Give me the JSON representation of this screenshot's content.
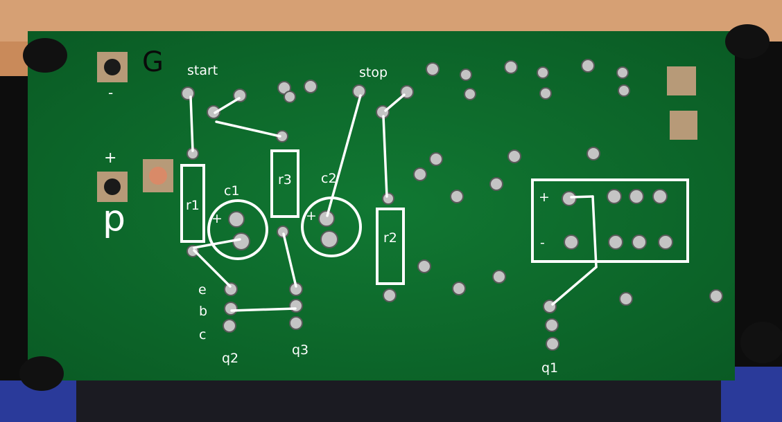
{
  "photo": {
    "board_color": "#0c6b2b",
    "annotation_color": "#ffffff",
    "background_color": "#c98a5a"
  },
  "labels": {
    "ground": "G",
    "minus": "-",
    "plus_top": "+",
    "p": "p",
    "start": "start",
    "stop": "stop",
    "r1": "r1",
    "r2": "r2",
    "r3": "r3",
    "c1": "c1",
    "c2": "c2",
    "c1_plus": "+",
    "c2_plus": "+",
    "e": "e",
    "b": "b",
    "c": "c",
    "q1": "q1",
    "q2": "q2",
    "q3": "q3",
    "connector_plus": "+",
    "connector_minus": "-"
  }
}
